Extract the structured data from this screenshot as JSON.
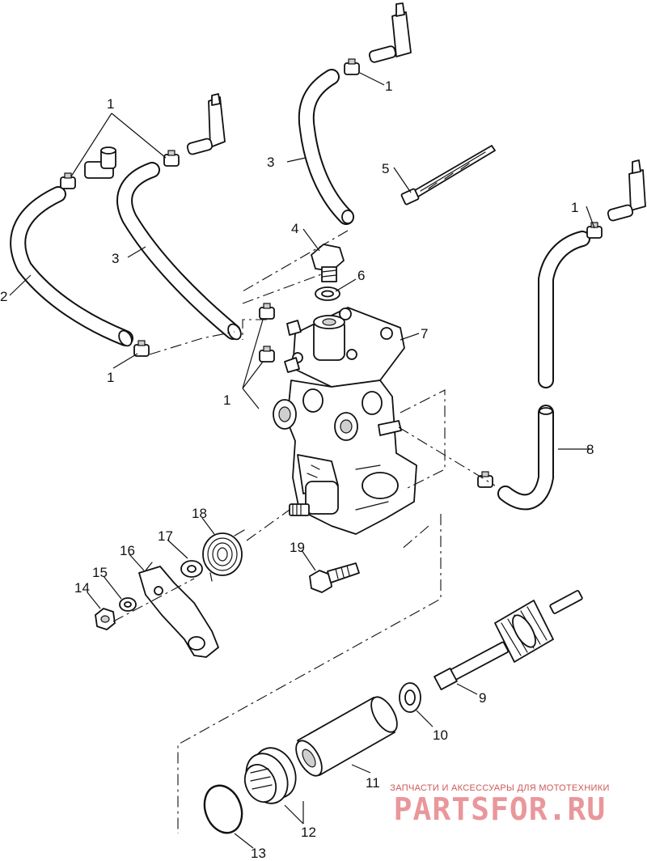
{
  "diagram": {
    "callouts": {
      "c1": "1",
      "c2": "2",
      "c3": "3",
      "c4": "4",
      "c5": "5",
      "c6": "6",
      "c7": "7",
      "c8": "8",
      "c9": "9",
      "c10": "10",
      "c11": "11",
      "c12": "12",
      "c13": "13",
      "c14": "14",
      "c15": "15",
      "c16": "16",
      "c17": "17",
      "c18": "18",
      "c19": "19"
    }
  },
  "watermark": {
    "caption": "ЗАПЧАСТИ И АКСЕССУАРЫ ДЛЯ МОТОТЕХНИКИ",
    "logo": "PARTSFOR.RU"
  }
}
